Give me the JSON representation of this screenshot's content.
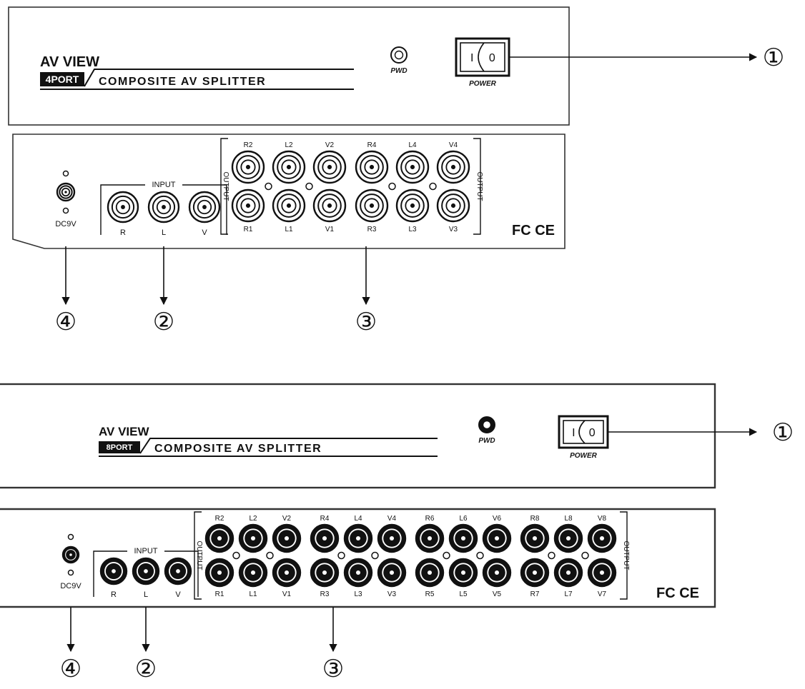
{
  "units": [
    {
      "front": {
        "brand": "AV VIEW",
        "port_badge": "4PORT",
        "product_name": "COMPOSITE AV SPLITTER",
        "pwd_label": "PWD",
        "switch_on": "I",
        "switch_off": "0",
        "power_label": "POWER"
      },
      "back": {
        "dc_label": "DC9V",
        "input_label": "INPUT",
        "input_jacks": [
          "R",
          "L",
          "V"
        ],
        "output_label": "OUTPUT",
        "output_groups": [
          {
            "top": [
              "R2",
              "L2",
              "V2"
            ],
            "bottom": [
              "R1",
              "L1",
              "V1"
            ]
          },
          {
            "top": [
              "R4",
              "L4",
              "V4"
            ],
            "bottom": [
              "R3",
              "L3",
              "V3"
            ]
          }
        ],
        "cert_marks": "FC CE"
      },
      "callouts": {
        "power_switch": "①",
        "input": "②",
        "output": "③",
        "dc": "④"
      }
    },
    {
      "front": {
        "brand": "AV VIEW",
        "port_badge": "8PORT",
        "product_name": "COMPOSITE AV SPLITTER",
        "pwd_label": "PWD",
        "switch_on": "I",
        "switch_off": "0",
        "power_label": "POWER"
      },
      "back": {
        "dc_label": "DC9V",
        "input_label": "INPUT",
        "input_jacks": [
          "R",
          "L",
          "V"
        ],
        "output_label": "OUTPUT",
        "output_groups": [
          {
            "top": [
              "R2",
              "L2",
              "V2"
            ],
            "bottom": [
              "R1",
              "L1",
              "V1"
            ]
          },
          {
            "top": [
              "R4",
              "L4",
              "V4"
            ],
            "bottom": [
              "R3",
              "L3",
              "V3"
            ]
          },
          {
            "top": [
              "R6",
              "L6",
              "V6"
            ],
            "bottom": [
              "R5",
              "L5",
              "V5"
            ]
          },
          {
            "top": [
              "R8",
              "L8",
              "V8"
            ],
            "bottom": [
              "R7",
              "L7",
              "V7"
            ]
          }
        ],
        "cert_marks": "FC CE"
      },
      "callouts": {
        "power_switch": "①",
        "input": "②",
        "output": "③",
        "dc": "④"
      }
    }
  ]
}
